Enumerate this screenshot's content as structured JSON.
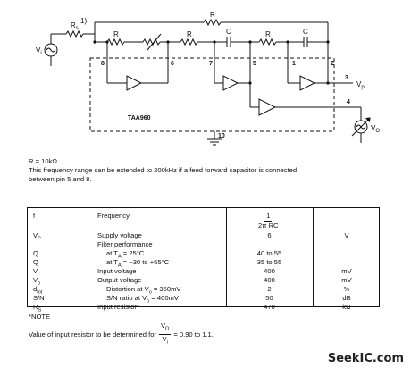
{
  "circuit": {
    "chip_name": "TAA960",
    "source_label": "V",
    "source_sub": "i",
    "series_resistor": "R",
    "series_resistor_sub": "s",
    "series_resistor_note": "1)",
    "resistor_label": "R",
    "capacitor_label": "C",
    "pins": [
      "8",
      "6",
      "7",
      "5",
      "1",
      "2",
      "3",
      "4",
      "10"
    ],
    "output_p_label": "V",
    "output_p_sub": "p",
    "output_o_label": "V",
    "output_o_sub": "O"
  },
  "notes": {
    "r_value": "R = 10kΩ",
    "line1": "This frequency range can be extended to 200kHz if a feed forward capacitor is connected",
    "line2": "between pin 5 and 8."
  },
  "specs": {
    "rows": [
      {
        "sym": "f",
        "desc": "Frequency",
        "value": "",
        "unit": ""
      },
      {
        "sym": "V",
        "sym_sub": "P",
        "desc": "Supply voltage",
        "value": "6",
        "unit": "V"
      },
      {
        "sym": "",
        "desc": "Filter performance",
        "value": "",
        "unit": ""
      },
      {
        "sym": "Q",
        "desc": "at T",
        "desc_sub": "A",
        "desc_rest": " = 25°C",
        "value": "40 to 55",
        "unit": ""
      },
      {
        "sym": "Q",
        "desc": "at T",
        "desc_sub": "A",
        "desc_rest": " = −30 to +65°C",
        "value": "35 to 55",
        "unit": ""
      },
      {
        "sym": "V",
        "sym_sub": "i",
        "desc": "Input voltage",
        "value": "400",
        "unit": "mV"
      },
      {
        "sym": "V",
        "sym_sub": "o",
        "desc": "Output voltage",
        "value": "400",
        "unit": "mV"
      },
      {
        "sym": "d",
        "sym_sub": "tot",
        "desc": "Distortion at V",
        "desc_sub": "o",
        "desc_rest": " = 350mV",
        "value": "2",
        "unit": "%"
      },
      {
        "sym": "S/N",
        "desc": "S/N ratio at V",
        "desc_sub": "o",
        "desc_rest": " = 400mV",
        "value": "50",
        "unit": "dB"
      },
      {
        "sym": "R",
        "sym_sub": "S",
        "desc": "Input resistor*",
        "value": "470",
        "unit": "kΩ"
      }
    ],
    "freq_num": "1",
    "freq_den": "2π RC"
  },
  "footnote": {
    "title": "*NOTE",
    "text_before": "Value of input resistor to be determined for",
    "frac_num": "V",
    "frac_num_sub": "O",
    "frac_den": "V",
    "frac_den_sub": "i",
    "text_after": "= 0.90 to 1.1."
  },
  "watermark": "SeekIC.com"
}
